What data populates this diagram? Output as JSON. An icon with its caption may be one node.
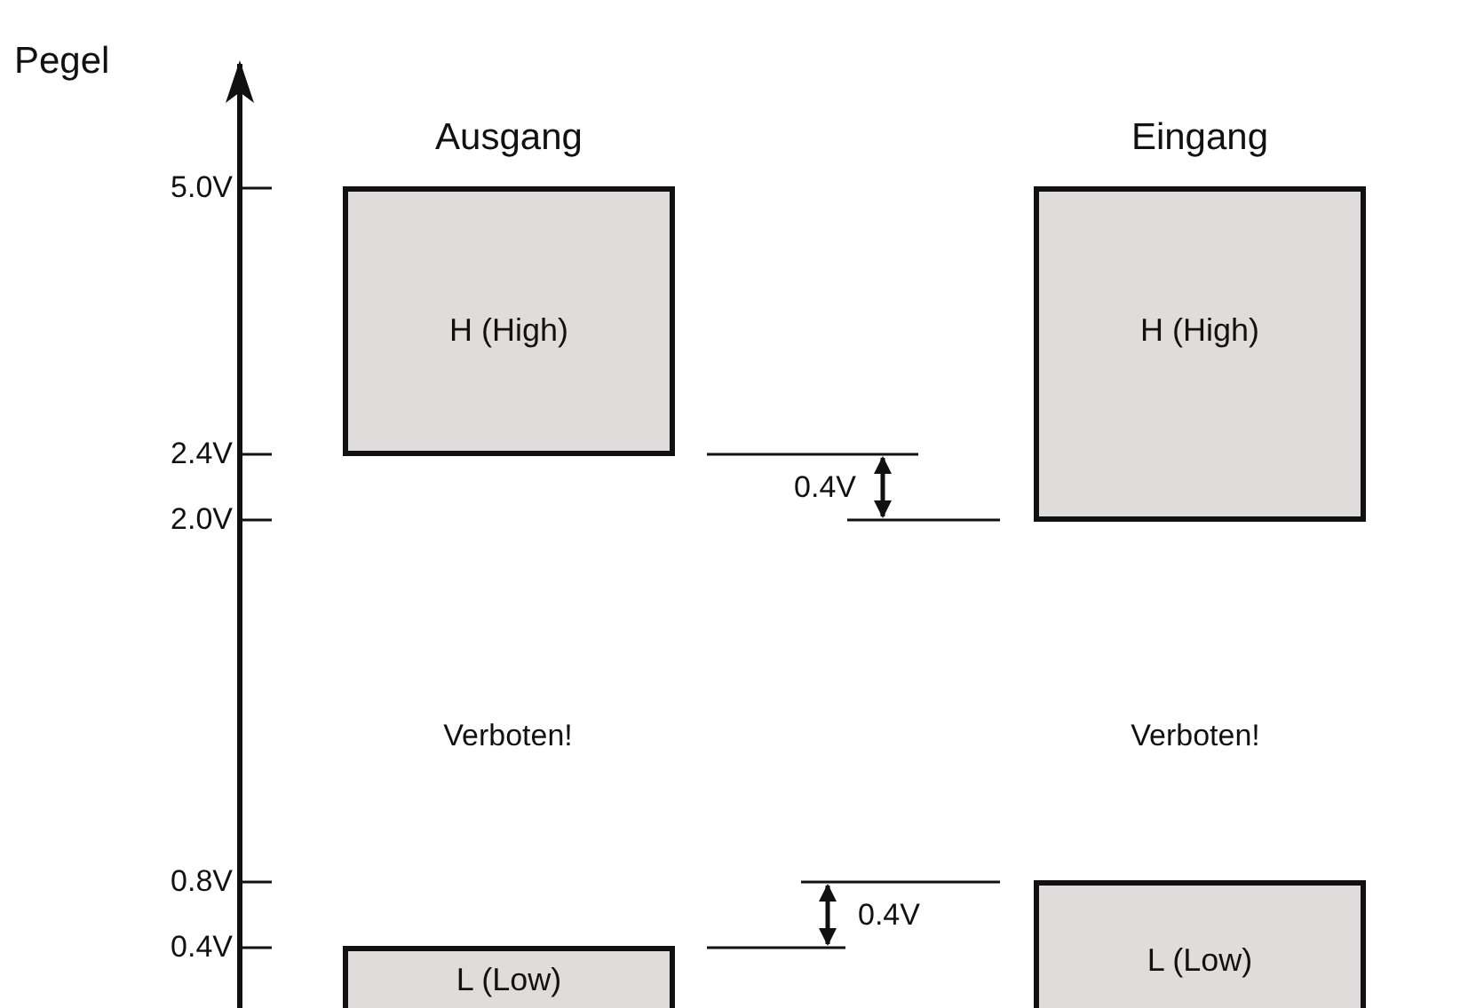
{
  "diagram": {
    "nodes": [
      {
        "text": [
          "Ausgang",
          "H (High)"
        ]
      },
      {
        "text": [
          "Eingang",
          "H (High)"
        ]
      },
      {
        "text": [
          "L (Low)"
        ]
      },
      {
        "text": [
          "L (Low)"
        ]
      }
    ],
    "labels": [
      "Pegel",
      "5.0V",
      "2.4V",
      "0.4V",
      "2.0V",
      "Verboten!",
      "Verboten!",
      "0.8V",
      "0.4V",
      "0.4V"
    ]
  }
}
